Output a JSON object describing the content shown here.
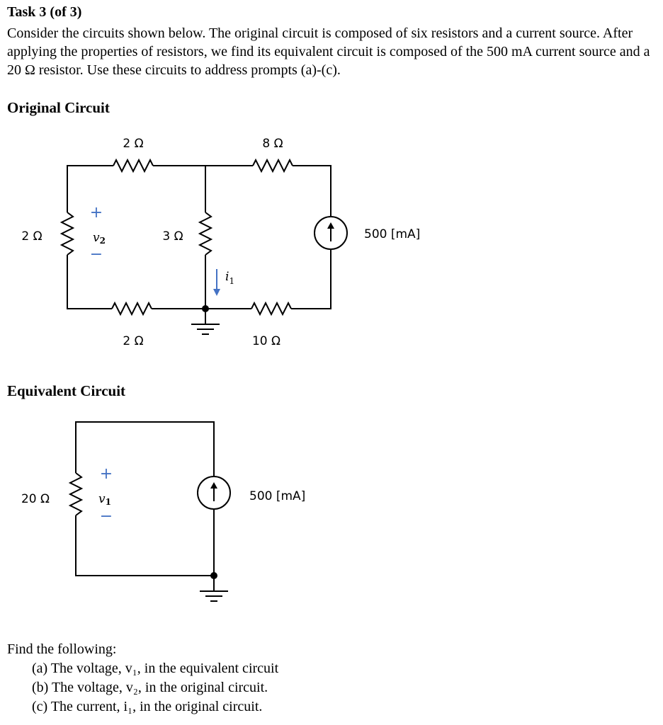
{
  "task": {
    "title": "Task 3 (of 3)",
    "intro": "Consider the circuits shown below. The original circuit is composed of six resistors and a current source. After applying the properties of resistors, we find its equivalent circuit is composed of the 500 mA current source and a 20 Ω resistor. Use these circuits to address prompts (a)-(c)."
  },
  "original": {
    "heading": "Original Circuit",
    "labels": {
      "r_top_left": "2 Ω",
      "r_top_right": "8 Ω",
      "r_left": "2 Ω",
      "r_middle": "3 Ω",
      "r_bottom_left": "2 Ω",
      "r_bottom_right": "10 Ω",
      "source": "500 [mA]",
      "v2_plus": "+",
      "v2_var": "v",
      "v2_sub": "2",
      "v2_minus": "−",
      "i1_var": "i",
      "i1_sub": "1"
    }
  },
  "equivalent": {
    "heading": "Equivalent Circuit",
    "labels": {
      "r": "20 Ω",
      "source": "500 [mA]",
      "v1_plus": "+",
      "v1_var": "v",
      "v1_sub": "1",
      "v1_minus": "−"
    }
  },
  "questions": {
    "intro": "Find the following:",
    "items": [
      "(a) The voltage, v₁, in the equivalent circuit",
      "(b) The voltage, v₂, in the original circuit.",
      "(c) The current, i₁, in the original circuit."
    ]
  },
  "colors": {
    "annotation": "#4472c4",
    "wire": "#000000"
  }
}
